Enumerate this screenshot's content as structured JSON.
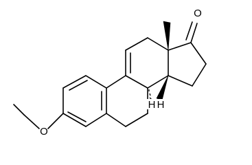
{
  "structure": {
    "atoms": {
      "methoxy_oxygen": "O",
      "ketone_oxygen": "O",
      "stereo_h_8": "H",
      "stereo_h_14": "H"
    },
    "colors": {
      "ink": "#000000",
      "background": "#ffffff"
    }
  }
}
